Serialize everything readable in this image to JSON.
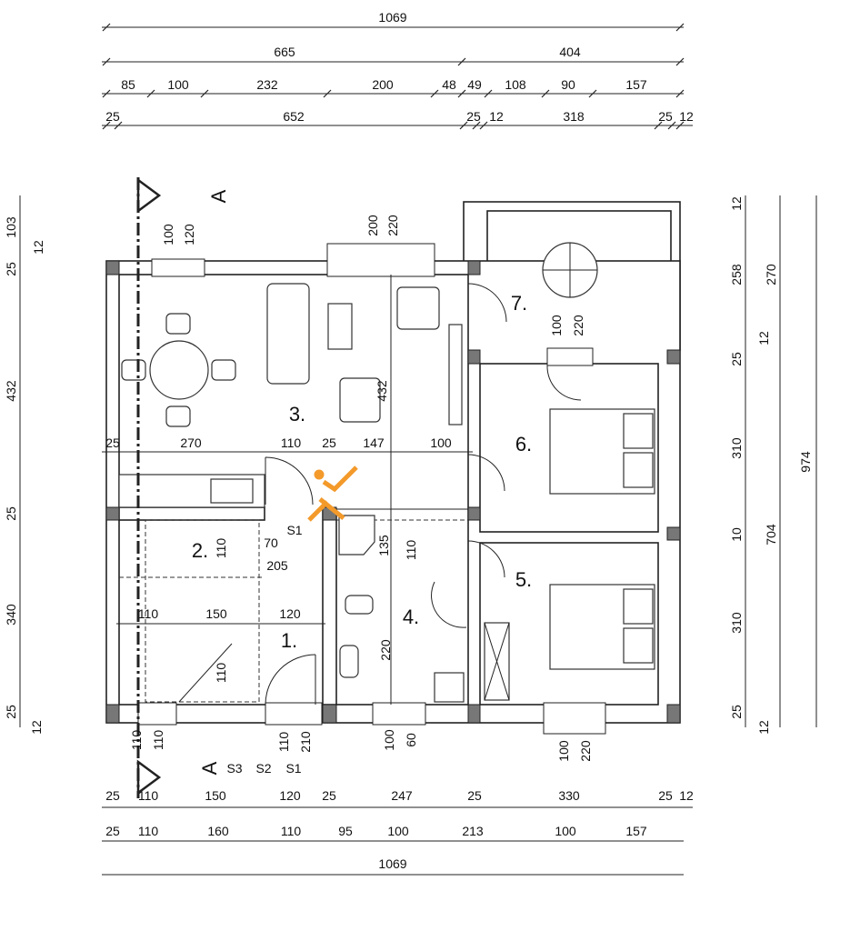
{
  "top_dims": {
    "row1": [
      "1069"
    ],
    "row2": [
      "665",
      "404"
    ],
    "row3": [
      "85",
      "100",
      "232",
      "200",
      "48",
      "49",
      "108",
      "90",
      "157"
    ],
    "row4": [
      "25",
      "652",
      "25",
      "12",
      "318",
      "25",
      "12"
    ]
  },
  "bottom_dims": {
    "row1": [
      "25",
      "110",
      "150",
      "120",
      "25",
      "247",
      "25",
      "330",
      "25",
      "12"
    ],
    "row2": [
      "25",
      "110",
      "160",
      "110",
      "95",
      "100",
      "213",
      "100",
      "157"
    ],
    "row3": [
      "1069"
    ]
  },
  "left_dims": {
    "outer": [
      "103",
      "25",
      "432",
      "25",
      "340",
      "25"
    ],
    "inner": [
      "12",
      "12"
    ]
  },
  "right_dims": {
    "col1": [
      "12",
      "258",
      "25",
      "310",
      "10",
      "310",
      "25",
      "12"
    ],
    "col2": [
      "270",
      "12",
      "704"
    ],
    "col3": [
      "974"
    ]
  },
  "rooms": [
    "1.",
    "2.",
    "3.",
    "4.",
    "5.",
    "6.",
    "7."
  ],
  "openings": {
    "top_left": [
      "100",
      "120"
    ],
    "top_mid": [
      "200",
      "220"
    ],
    "terrace": [
      "100",
      "220"
    ],
    "bottom_1": [
      "110",
      "110"
    ],
    "bottom_2": [
      "110",
      "210"
    ],
    "bottom_3": [
      "100",
      "60"
    ],
    "bottom_4": [
      "100",
      "220"
    ]
  },
  "interior_dims": {
    "row_mid": [
      "25",
      "270",
      "110",
      "25",
      "147",
      "100"
    ],
    "living_height": "432",
    "stair_row": [
      "110",
      "150",
      "120"
    ],
    "stair_110a": "110",
    "stair_110b": "110",
    "s1_label": "S1",
    "s1_w": "70",
    "s1_h": "205",
    "bath_135": "135",
    "bath_110": "110",
    "bath_220": "220"
  },
  "section": {
    "mark_top": "A",
    "mark_bottom": "A",
    "s3": "S3",
    "s2": "S2",
    "s1": "S1"
  },
  "colors": {
    "wall": "#222222",
    "watermark": "#f39a2b"
  }
}
